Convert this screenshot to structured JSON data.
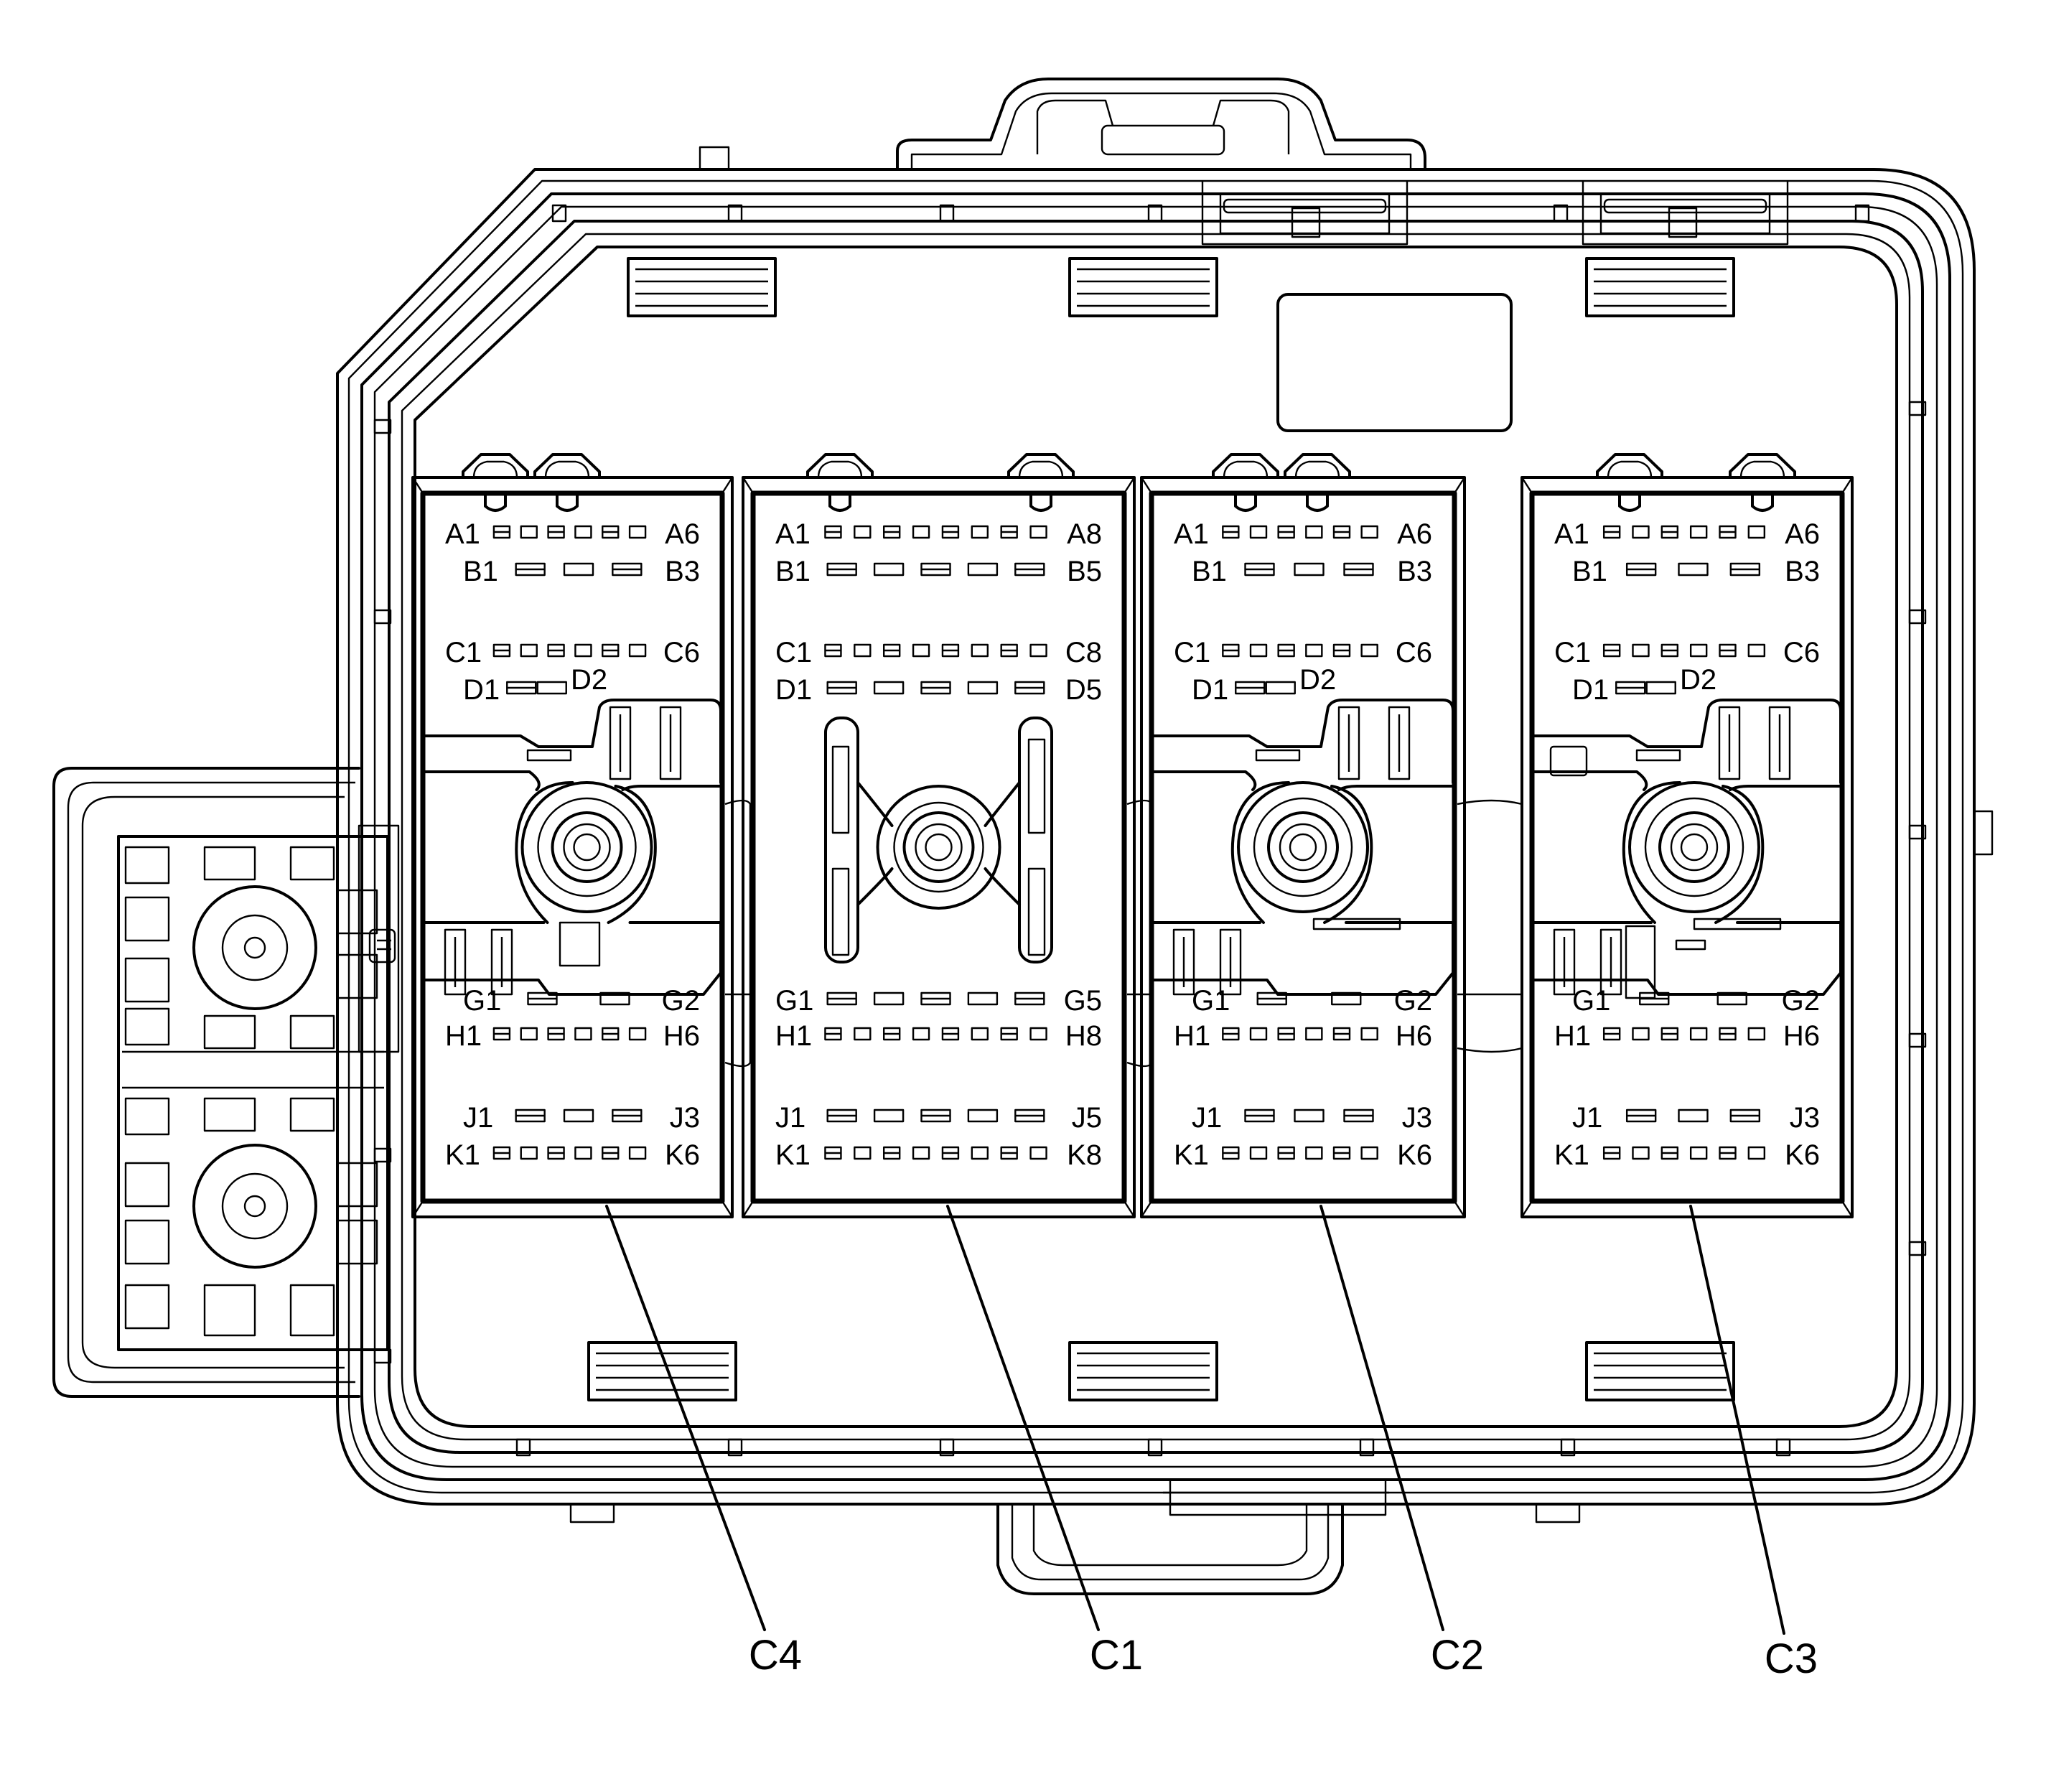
{
  "connectors": [
    {
      "id": "c4",
      "callout": "C4",
      "rows": [
        [
          "A1",
          "A6"
        ],
        [
          "B1",
          "B3"
        ],
        [
          "C1",
          "C6"
        ],
        [
          "D1",
          "D2"
        ],
        [
          "G1",
          "G2"
        ],
        [
          "H1",
          "H6"
        ],
        [
          "J1",
          "J3"
        ],
        [
          "K1",
          "K6"
        ]
      ]
    },
    {
      "id": "c1",
      "callout": "C1",
      "rows": [
        [
          "A1",
          "A8"
        ],
        [
          "B1",
          "B5"
        ],
        [
          "C1",
          "C8"
        ],
        [
          "D1",
          "D5"
        ],
        [
          "G1",
          "G5"
        ],
        [
          "H1",
          "H8"
        ],
        [
          "J1",
          "J5"
        ],
        [
          "K1",
          "K8"
        ]
      ]
    },
    {
      "id": "c2",
      "callout": "C2",
      "rows": [
        [
          "A1",
          "A6"
        ],
        [
          "B1",
          "B3"
        ],
        [
          "C1",
          "C6"
        ],
        [
          "D1",
          "D2"
        ],
        [
          "G1",
          "G2"
        ],
        [
          "H1",
          "H6"
        ],
        [
          "J1",
          "J3"
        ],
        [
          "K1",
          "K6"
        ]
      ]
    },
    {
      "id": "c3",
      "callout": "C3",
      "rows": [
        [
          "A1",
          "A6"
        ],
        [
          "B1",
          "B3"
        ],
        [
          "C1",
          "C6"
        ],
        [
          "D1",
          "D2"
        ],
        [
          "G1",
          "G2"
        ],
        [
          "H1",
          "H6"
        ],
        [
          "J1",
          "J3"
        ],
        [
          "K1",
          "K6"
        ]
      ]
    }
  ]
}
